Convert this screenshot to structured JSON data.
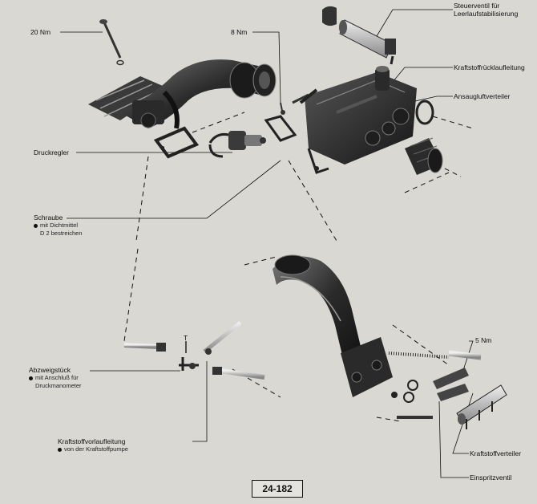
{
  "figure_number": "24-182",
  "labels": {
    "torque_20": "20 Nm",
    "torque_8": "8 Nm",
    "torque_5": "5 Nm",
    "steuerventil_line1": "Steuerventil für",
    "steuerventil_line2": "Leerlaufstabilisierung",
    "kraftstoffruecklauf": "Kraftstoffrücklaufleitung",
    "ansaugluftverteiler": "Ansaugluftverteiler",
    "druckregler": "Druckregler",
    "schraube": "Schraube",
    "schraube_note_line1": "mit Dichtmittel",
    "schraube_note_line2": "D 2 bestreichen",
    "abzweigstueck": "Abzweigstück",
    "abzweig_note_line1": "mit Anschluß für",
    "abzweig_note_line2": "Druckmanometer",
    "t_mark": "T",
    "vorlauf": "Kraftstoffvorlaufleitung",
    "vorlauf_note": "von der Kraftstoffpumpe",
    "kraftstoffverteiler": "Kraftstoffverteiler",
    "einspritzventil": "Einspritzventil"
  },
  "colors": {
    "background": "#d9d8d3",
    "ink": "#111111",
    "part_dark": "#2a2a2a",
    "part_mid": "#555555",
    "part_light": "#8a8a8a"
  }
}
